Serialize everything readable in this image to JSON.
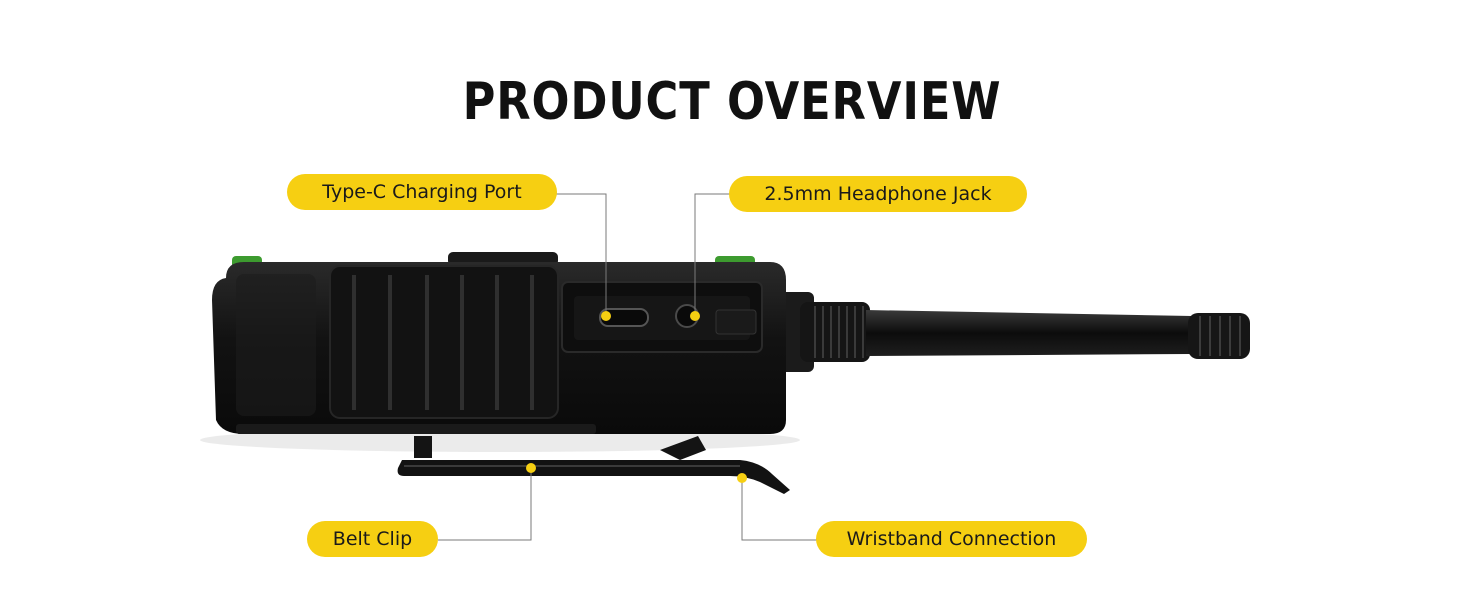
{
  "title": "PRODUCT OVERVIEW",
  "callouts": {
    "type_c": "Type-C Charging Port",
    "headphone": "2.5mm Headphone Jack",
    "belt_clip": "Belt Clip",
    "wristband": "Wristband Connection"
  },
  "colors": {
    "accent": "#f6cf12",
    "device_body": "#151515",
    "device_trim": "#3d9b2f",
    "leader_line": "#777777"
  }
}
